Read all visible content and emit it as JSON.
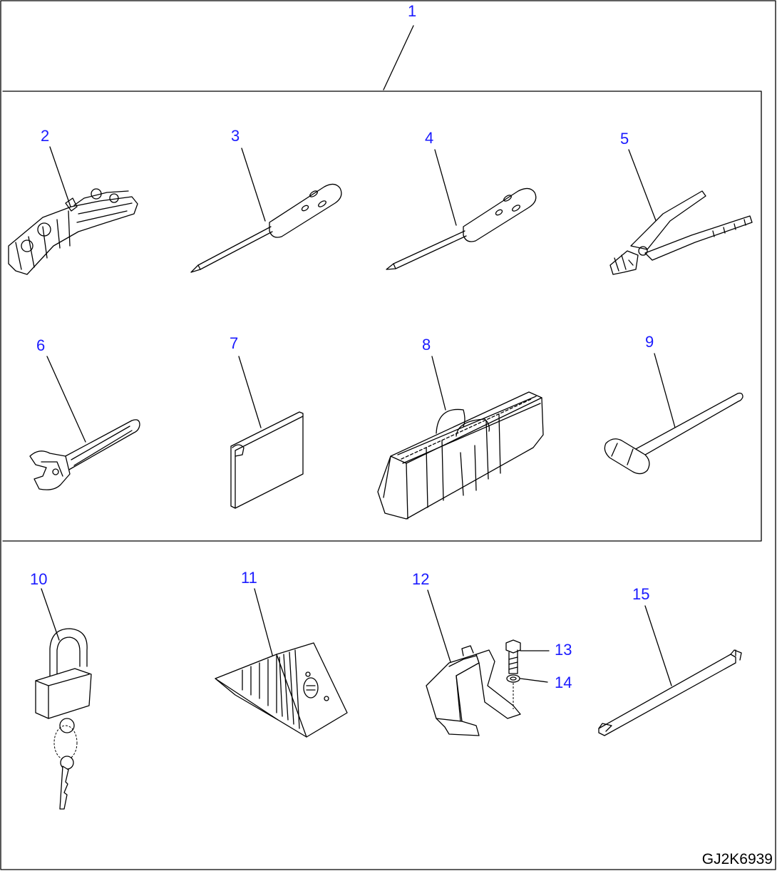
{
  "labels": {
    "p1": "1",
    "p2": "2",
    "p3": "3",
    "p4": "4",
    "p5": "5",
    "p6": "6",
    "p7": "7",
    "p8": "8",
    "p9": "9",
    "p10": "10",
    "p11": "11",
    "p12": "12",
    "p13": "13",
    "p14": "14",
    "p15": "15"
  },
  "drawing_code": "GJ2K6939",
  "colors": {
    "callout": "#1a1aff",
    "line": "#000000",
    "background": "#ffffff"
  }
}
